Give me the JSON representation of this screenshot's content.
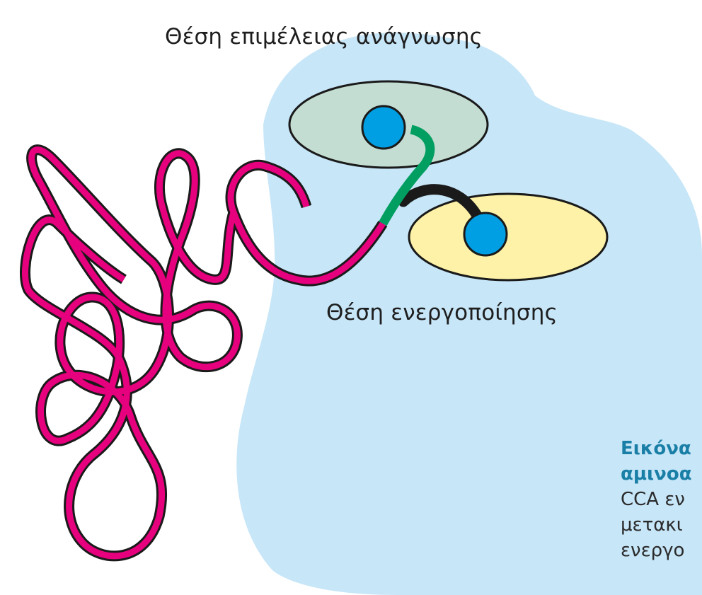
{
  "labels": {
    "editing_site": "Θέση επιμέλειας ανάγνωσης",
    "activation_site": "Θέση ενεργοποίησης"
  },
  "caption": {
    "line1": "Εικόνα",
    "line2": "αμινοα",
    "line3": "CCA εν",
    "line4": "μετακι",
    "line5": "ενεργο"
  },
  "colors": {
    "enzyme": "#c7e6f8",
    "editing_site": "#c4ddd2",
    "activation_site": "#fdf2a7",
    "amino_acid": "#009fe3",
    "trna": "#e6007e",
    "cca_end": "#009e60",
    "linker": "#1a1a1a",
    "caption_title": "#1a7fa6"
  }
}
